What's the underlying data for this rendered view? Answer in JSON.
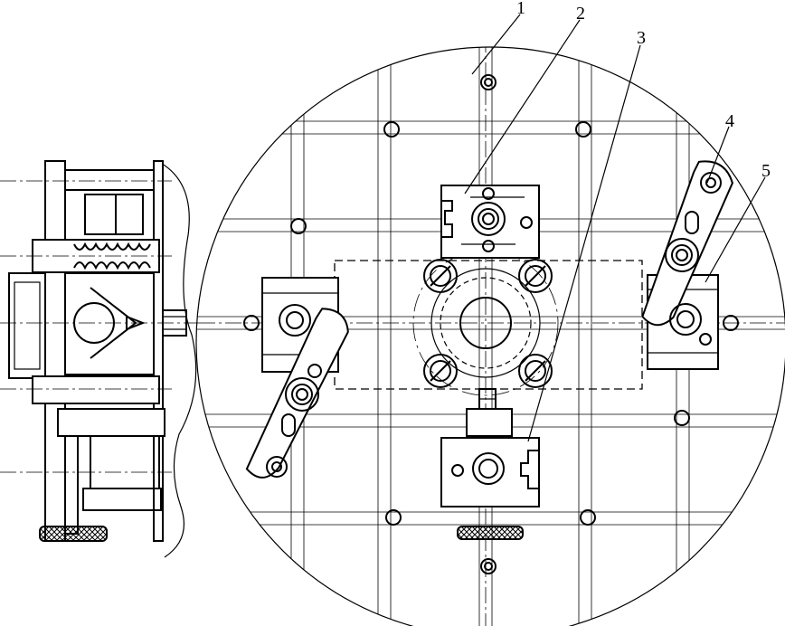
{
  "callouts": [
    {
      "id": "1",
      "text": "1"
    },
    {
      "id": "2",
      "text": "2"
    },
    {
      "id": "3",
      "text": "3"
    },
    {
      "id": "4",
      "text": "4"
    },
    {
      "id": "5",
      "text": "5"
    }
  ],
  "colors": {
    "ink": "#000000",
    "paper": "#ffffff"
  },
  "parts": [
    "side-view-assembly",
    "circular-table",
    "t-slot-grid",
    "center-bore",
    "clamp-2",
    "clamp-3",
    "swing-clamp-4",
    "support-5",
    "left-swing-clamp",
    "knurled-knob"
  ]
}
